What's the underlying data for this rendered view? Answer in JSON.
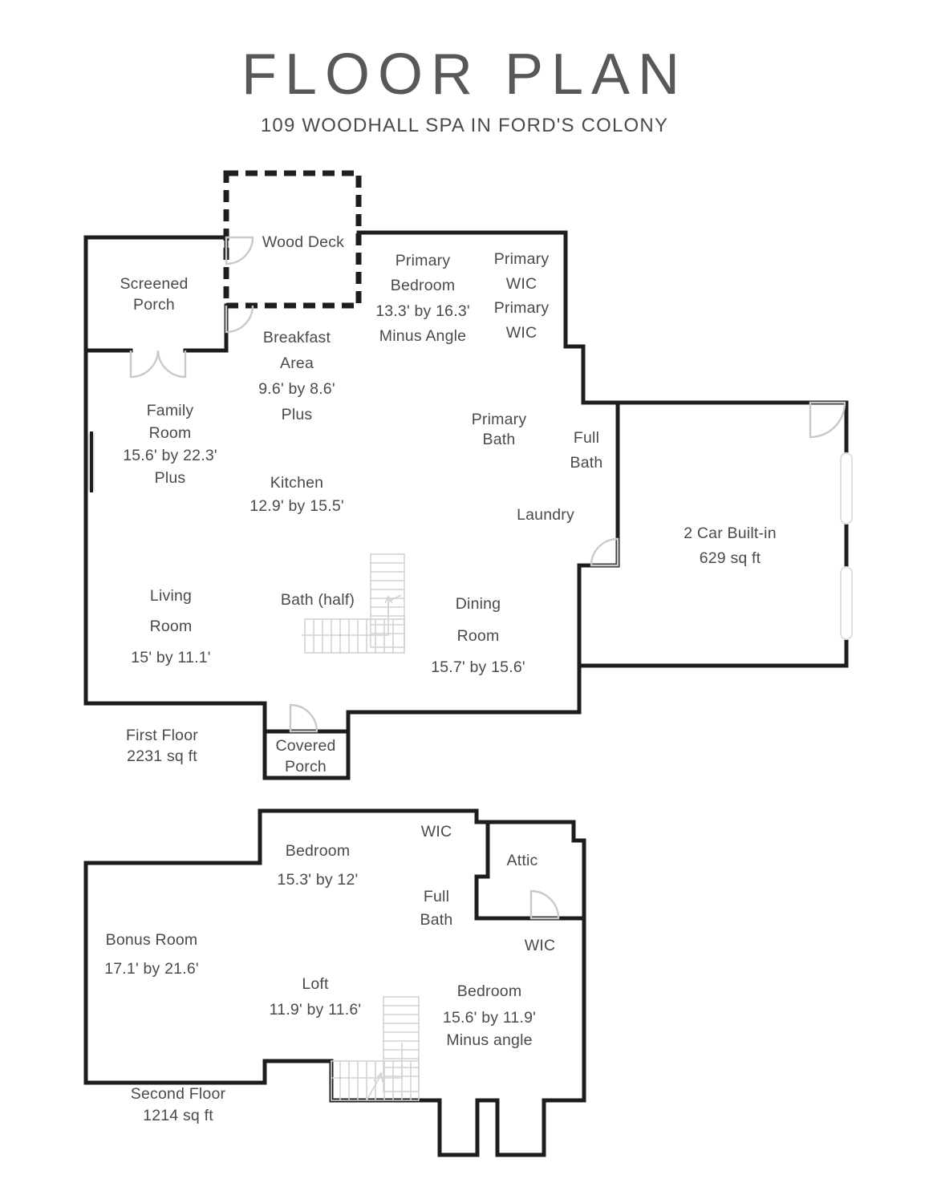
{
  "header": {
    "title": "FLOOR PLAN",
    "subtitle": "109 WOODHALL SPA IN FORD'S COLONY"
  },
  "first_floor": {
    "area_label_line1": "First Floor",
    "area_label_line2": "2231 sq ft",
    "rooms": [
      {
        "name": "wood-deck",
        "lines": [
          "Wood Deck"
        ]
      },
      {
        "name": "screened-porch",
        "lines": [
          "Screened",
          "Porch"
        ]
      },
      {
        "name": "breakfast-area",
        "lines": [
          "Breakfast",
          "Area",
          "9.6' by 8.6'",
          "Plus"
        ]
      },
      {
        "name": "primary-bedroom",
        "lines": [
          "Primary",
          "Bedroom",
          "13.3' by 16.3'",
          "Minus Angle"
        ]
      },
      {
        "name": "primary-wic-1",
        "lines": [
          "Primary",
          "WIC"
        ]
      },
      {
        "name": "primary-wic-2",
        "lines": [
          "Primary",
          "WIC"
        ]
      },
      {
        "name": "family-room",
        "lines": [
          "Family",
          "Room",
          "15.6' by 22.3'",
          "Plus"
        ]
      },
      {
        "name": "kitchen",
        "lines": [
          "Kitchen",
          "12.9' by 15.5'"
        ]
      },
      {
        "name": "primary-bath",
        "lines": [
          "Primary",
          "Bath"
        ]
      },
      {
        "name": "full-bath",
        "lines": [
          "Full",
          "Bath"
        ]
      },
      {
        "name": "laundry",
        "lines": [
          "Laundry"
        ]
      },
      {
        "name": "garage",
        "lines": [
          "2 Car Built-in",
          "629 sq ft"
        ]
      },
      {
        "name": "living-room",
        "lines": [
          "Living",
          "Room",
          "15' by 11.1'"
        ]
      },
      {
        "name": "bath-half",
        "lines": [
          "Bath (half)"
        ]
      },
      {
        "name": "dining-room",
        "lines": [
          "Dining",
          "Room",
          "15.7' by 15.6'"
        ]
      },
      {
        "name": "covered-porch",
        "lines": [
          "Covered",
          "Porch"
        ]
      }
    ],
    "labels": {
      "wood_deck": "Wood Deck",
      "screened_porch_1": "Screened",
      "screened_porch_2": "Porch",
      "breakfast_1": "Breakfast",
      "breakfast_2": "Area",
      "breakfast_3": "9.6' by 8.6'",
      "breakfast_4": "Plus",
      "primary_bedroom_1": "Primary",
      "primary_bedroom_2": "Bedroom",
      "primary_bedroom_3": "13.3' by 16.3'",
      "primary_bedroom_4": "Minus Angle",
      "primary_wic_a1": "Primary",
      "primary_wic_a2": "WIC",
      "primary_wic_b1": "Primary",
      "primary_wic_b2": "WIC",
      "family_room_1": "Family",
      "family_room_2": "Room",
      "family_room_3": "15.6' by 22.3'",
      "family_room_4": "Plus",
      "kitchen_1": "Kitchen",
      "kitchen_2": "12.9' by 15.5'",
      "primary_bath_1": "Primary",
      "primary_bath_2": "Bath",
      "full_bath_1": "Full",
      "full_bath_2": "Bath",
      "laundry_1": "Laundry",
      "garage_1": "2 Car Built-in",
      "garage_2": "629 sq ft",
      "living_room_1": "Living",
      "living_room_2": "Room",
      "living_room_3": "15' by 11.1'",
      "bath_half_1": "Bath (half)",
      "dining_room_1": "Dining",
      "dining_room_2": "Room",
      "dining_room_3": "15.7' by 15.6'",
      "covered_porch_1": "Covered",
      "covered_porch_2": "Porch",
      "first_floor_1": "First Floor",
      "first_floor_2": "2231 sq ft"
    }
  },
  "second_floor": {
    "area_label_line1": "Second Floor",
    "area_label_line2": "1214 sq ft",
    "labels": {
      "bedroom_a1": "Bedroom",
      "bedroom_a2": "15.3' by 12'",
      "wic_top": "WIC",
      "attic": "Attic",
      "full_bath_1": "Full",
      "full_bath_2": "Bath",
      "wic_right": "WIC",
      "bonus_room_1": "Bonus Room",
      "bonus_room_2": "17.1' by 21.6'",
      "loft_1": "Loft",
      "loft_2": "11.9' by 11.6'",
      "bedroom_b1": "Bedroom",
      "bedroom_b2": "15.6' by 11.9'",
      "bedroom_b3": "Minus angle",
      "second_floor_1": "Second Floor",
      "second_floor_2": "1214 sq ft"
    }
  },
  "style": {
    "wall_color": "#1d1d1d",
    "text_color": "#4a4a4c",
    "background": "#ffffff",
    "door_color": "#c9c9c9",
    "stair_color": "#d2d2d2"
  }
}
